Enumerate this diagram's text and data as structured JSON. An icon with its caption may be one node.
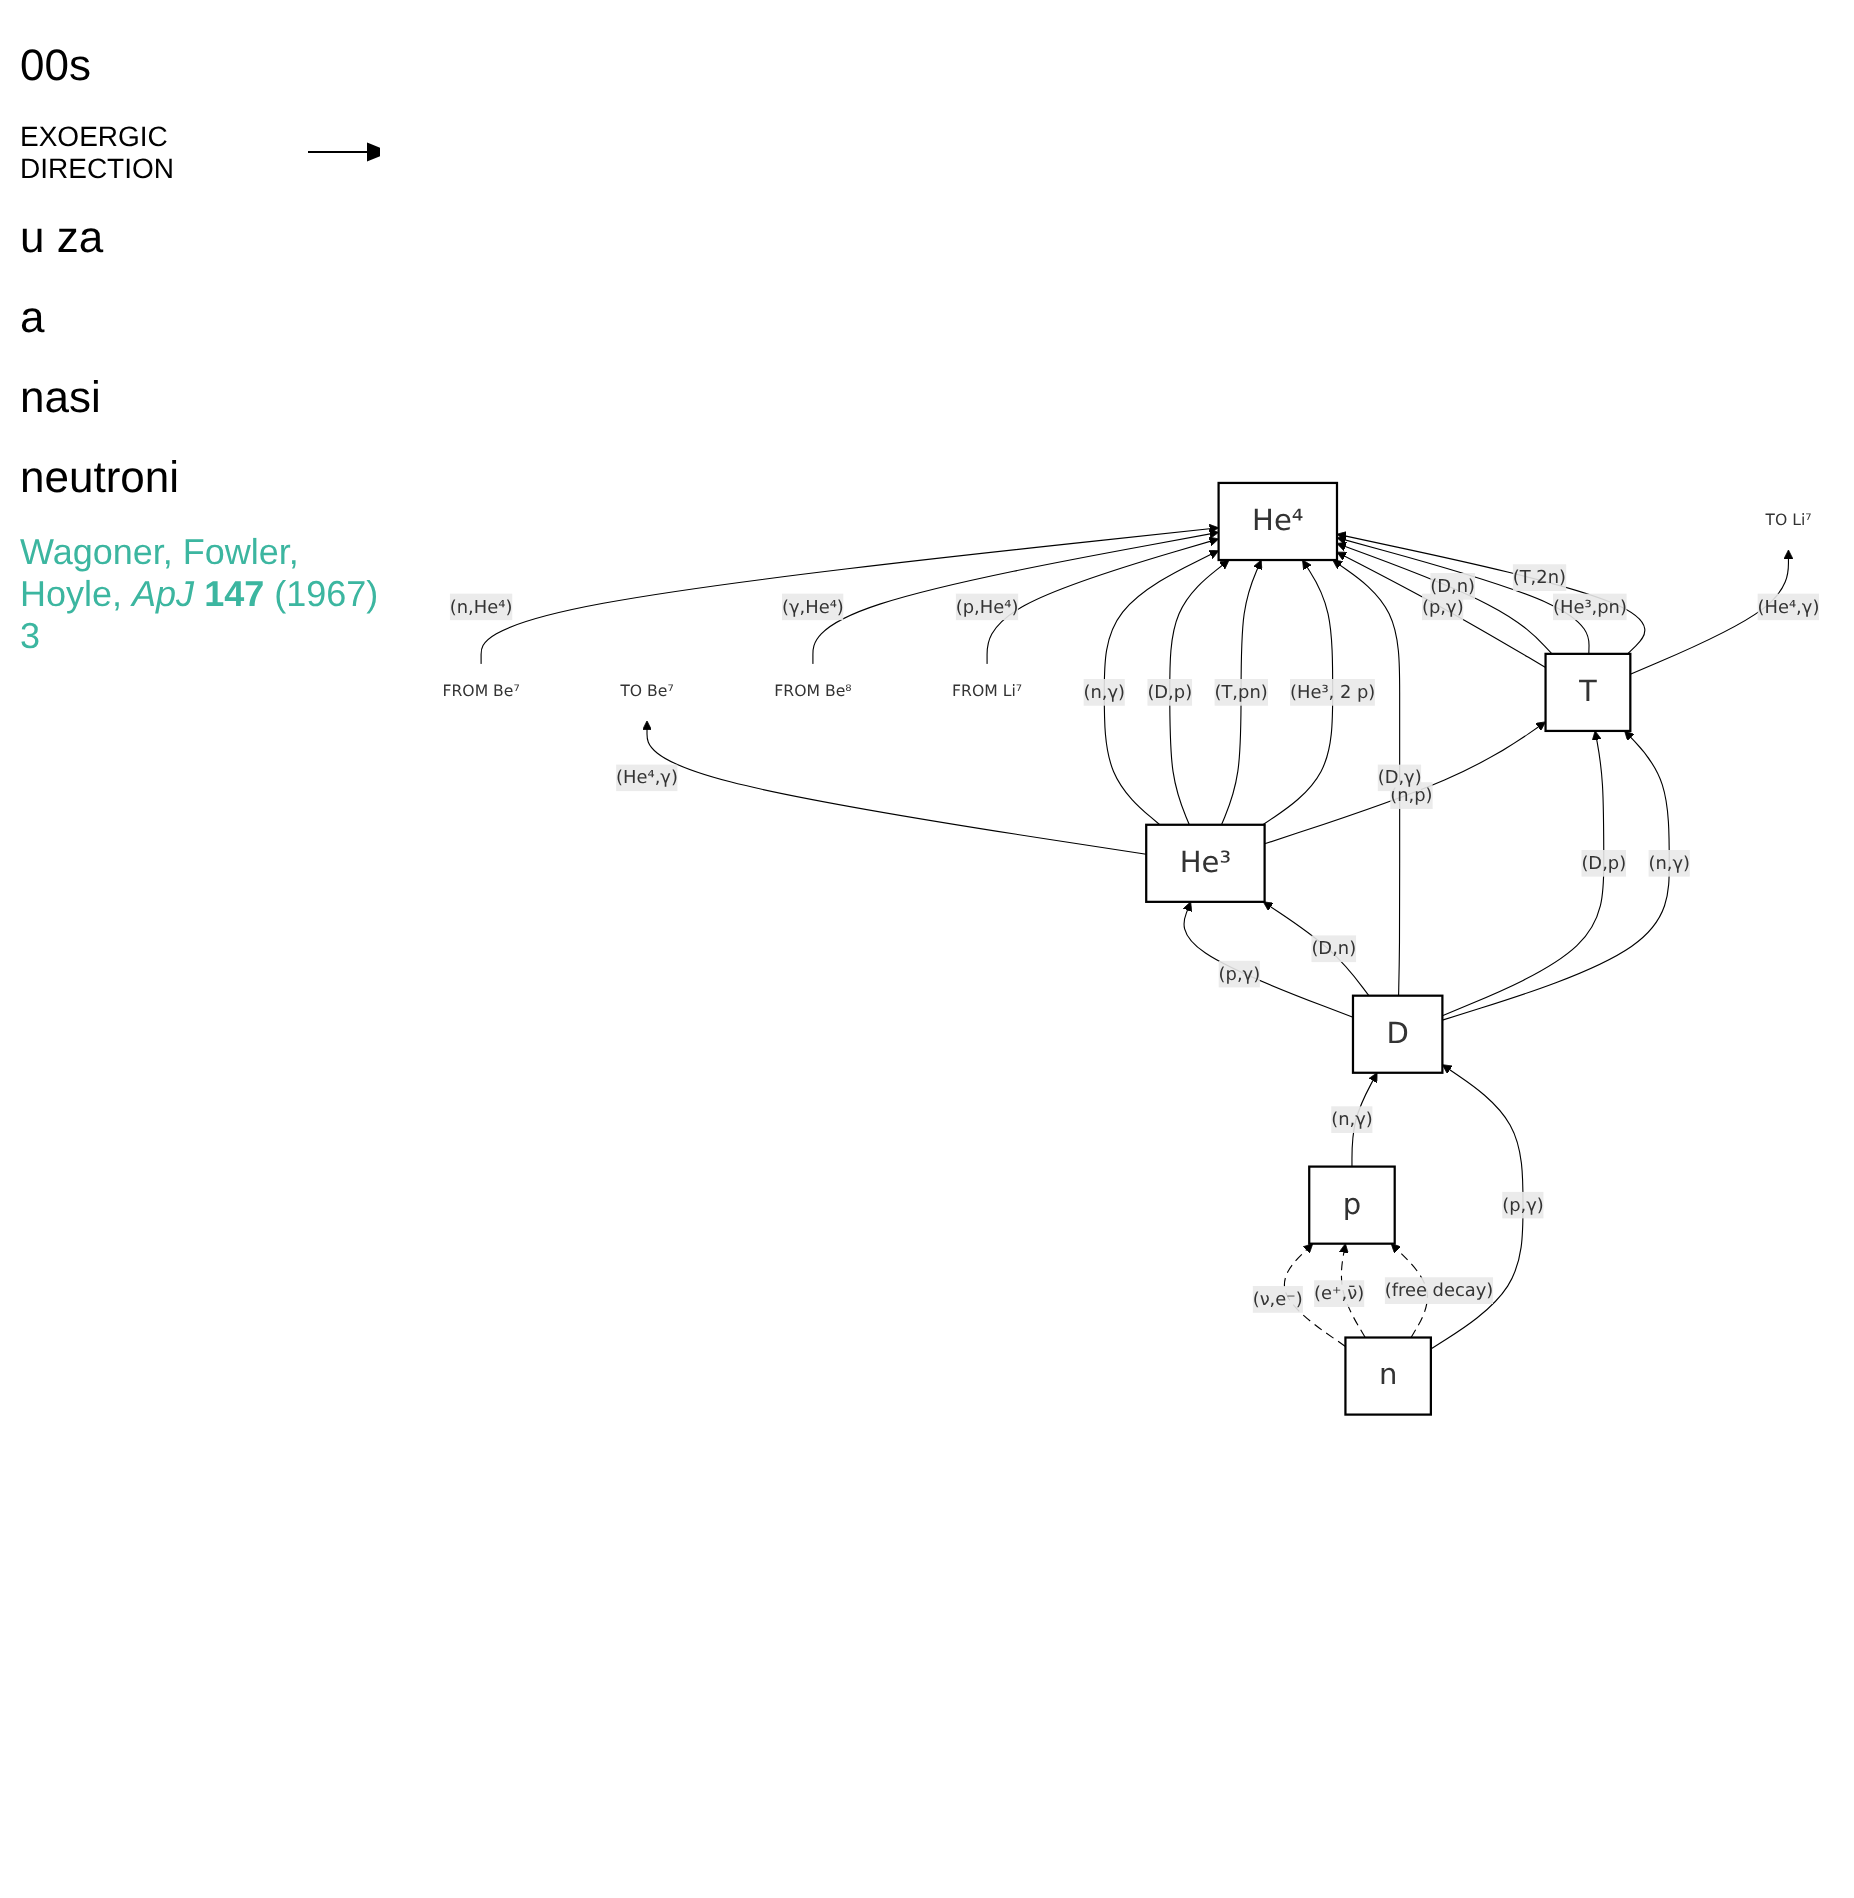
{
  "diagram": {
    "nodes": [
      {
        "text": [
          "He³"
        ]
      },
      {
        "text": [
          "He⁴"
        ]
      },
      {
        "text": [
          "p"
        ]
      },
      {
        "text": [
          "D"
        ]
      },
      {
        "text": [
          "T"
        ]
      },
      {
        "text": [
          "n"
        ]
      },
      {
        "text": [
          "TO Be⁷"
        ]
      },
      {
        "text": [
          "FROM Be⁷"
        ]
      },
      {
        "text": [
          "FROM Be⁸"
        ]
      },
      {
        "text": [
          "FROM Li⁷"
        ]
      },
      {
        "text": [
          "TO Li⁷"
        ]
      }
    ],
    "edges": [
      {
        "from": 0,
        "to": 6,
        "arrow": "to",
        "label": "(He⁴,γ)"
      },
      {
        "from": 7,
        "to": 1,
        "arrow": "to",
        "label": "(n,He⁴)"
      },
      {
        "from": 8,
        "to": 1,
        "arrow": "to",
        "label": "(γ,He⁴)"
      },
      {
        "from": 9,
        "to": 1,
        "arrow": "to",
        "label": "(p,He⁴)"
      },
      {
        "from": 0,
        "to": 1,
        "arrow": "to",
        "label": "(n,γ)"
      },
      {
        "from": 0,
        "to": 1,
        "arrow": "to",
        "label": "(D,p)"
      },
      {
        "from": 0,
        "to": 1,
        "arrow": "to",
        "label": "(T,pn)"
      },
      {
        "from": 0,
        "to": 1,
        "arrow": "to",
        "label": "(He³, 2 p)"
      },
      {
        "from": 3,
        "to": 0,
        "arrow": "to",
        "label": "(p,γ)"
      },
      {
        "from": 3,
        "to": 0,
        "arrow": "to",
        "label": "(D,n)"
      },
      {
        "from": 0,
        "to": 4,
        "arrow": "to",
        "label": "(n,p)"
      },
      {
        "from": 3,
        "to": 1,
        "arrow": "to",
        "label": "(D,γ)"
      },
      {
        "from": 4,
        "to": 1,
        "arrow": "to",
        "label": "(p,γ)"
      },
      {
        "from": 4,
        "to": 1,
        "arrow": "to",
        "label": "(D,n)"
      },
      {
        "from": 4,
        "to": 1,
        "arrow": "to",
        "label": "(He³,pn)"
      },
      {
        "from": 4,
        "to": 1,
        "arrow": "to",
        "label": "(T,2n)"
      },
      {
        "from": 4,
        "to": 10,
        "arrow": "to",
        "label": "(He⁴,γ)"
      },
      {
        "from": 2,
        "to": 3,
        "arrow": "to",
        "label": "(n,γ)"
      },
      {
        "from": 3,
        "to": 4,
        "arrow": "to",
        "label": "(D,p)"
      },
      {
        "from": 3,
        "to": 4,
        "arrow": "to",
        "label": "(n,γ)"
      },
      {
        "from": 5,
        "to": 2,
        "arrow": "to",
        "label": "(ν,e⁻)",
        "style": "dashed"
      },
      {
        "from": 5,
        "to": 2,
        "arrow": "to",
        "label": "(e⁺,ν̄)",
        "style": "dashed"
      },
      {
        "from": 5,
        "to": 2,
        "arrow": "to",
        "label": "(free decay)",
        "style": "dashed"
      },
      {
        "from": 5,
        "to": 3,
        "arrow": "to",
        "label": "(p,γ)"
      }
    ],
    "labels": [
      "00s",
      "EXOERGIC DIRECTION",
      "u za",
      "a",
      "nasi",
      "neutroni",
      "Wagoner, Fowler, Hoyle, *ApJ* **147** (1967) 3"
    ]
  }
}
